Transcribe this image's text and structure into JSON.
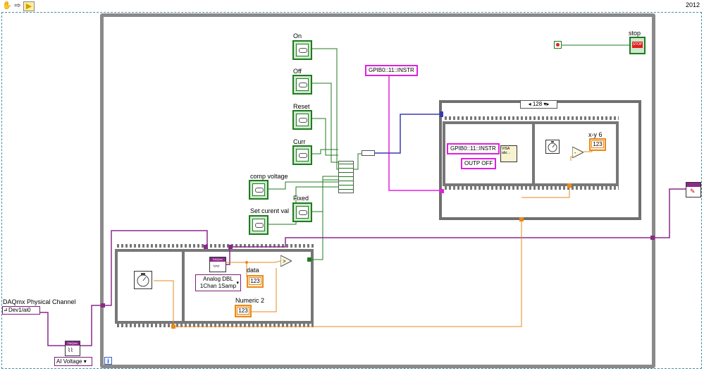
{
  "toolbar": {
    "version": "2012"
  },
  "controls": {
    "on": "On",
    "off": "Off",
    "reset": "Reset",
    "curr": "Curr",
    "comp_voltage": "comp voltage",
    "fixed": "Fixed",
    "set_current_val": "Set curent val",
    "stop": "stop"
  },
  "constants": {
    "gpib_address_top": "GPIB0::11::INSTR",
    "gpib_address_inner": "GPIB0::11::INSTR",
    "outp_off": "OUTP OFF",
    "case_selector": "128",
    "stop_button_text": "STOP",
    "daqmx_badge": "DAQmx",
    "numeric_display": "123",
    "loop_iteration": "i"
  },
  "daq": {
    "physical_channel_label": "DAQmx Physical Channel",
    "physical_channel_value": "Dev1/ai0",
    "ai_voltage": "AI Voltage",
    "read_mode_line1": "Analog DBL",
    "read_mode_line2": "1Chan 1Samp"
  },
  "indicators": {
    "data": "data",
    "numeric2": "Numeric 2",
    "xy6": "x-y 6"
  },
  "colors": {
    "boolean_wire": "#1e7c1e",
    "string_wire": "#e020e0",
    "numeric_wire": "#e88a1a",
    "daqmx_wire": "#8a2a8a",
    "refnum_wire": "#3a3ab0",
    "structure_border": "#8a8a8a"
  }
}
